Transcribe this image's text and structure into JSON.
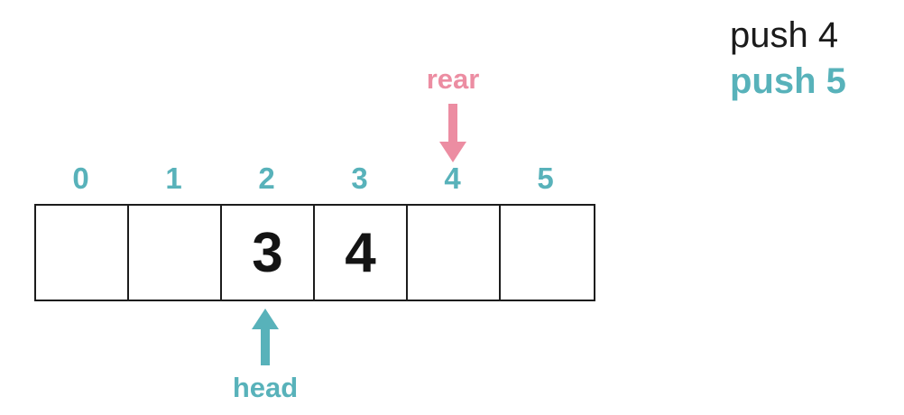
{
  "operations": [
    {
      "label": "push 4",
      "color": "#1b1b1b",
      "bold": false
    },
    {
      "label": "push 5",
      "color": "#58b2ba",
      "bold": true
    }
  ],
  "array": {
    "indices": [
      "0",
      "1",
      "2",
      "3",
      "4",
      "5"
    ],
    "cells": [
      "",
      "",
      "3",
      "4",
      "",
      ""
    ]
  },
  "pointers": {
    "rear": {
      "label": "rear",
      "index": 4,
      "color": "#ec8da2",
      "direction": "down"
    },
    "head": {
      "label": "head",
      "index": 2,
      "color": "#58b2ba",
      "direction": "up"
    }
  },
  "colors": {
    "teal": "#58b2ba",
    "pink": "#ec8da2",
    "text": "#1b1b1b",
    "border": "#1c1c1c",
    "background": "#ffffff"
  }
}
